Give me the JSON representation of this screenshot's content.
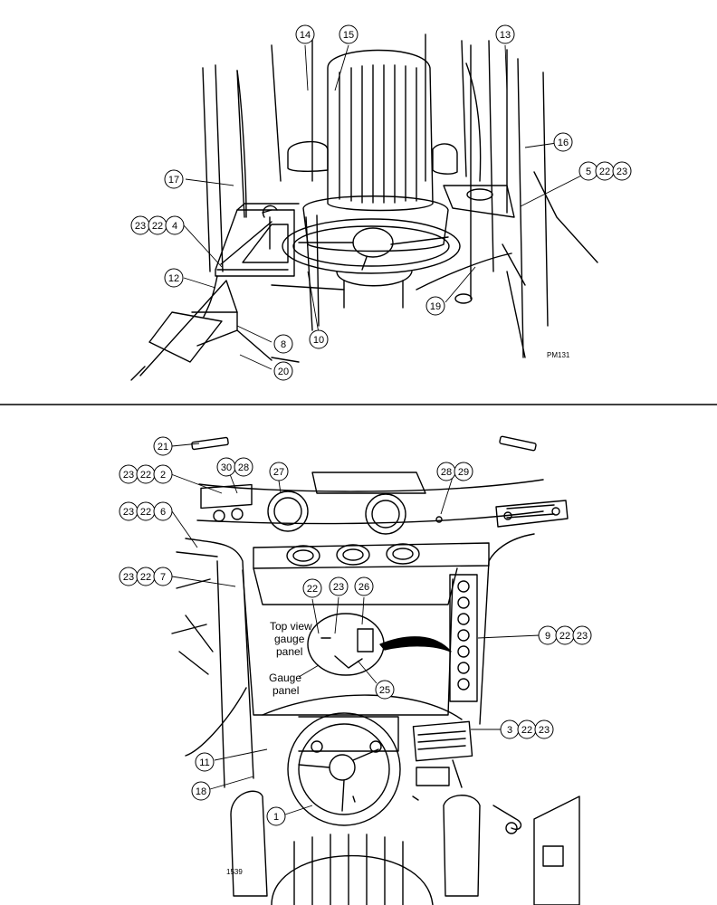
{
  "diagram": {
    "upper_view": {
      "ref_code": "PM131",
      "callouts": [
        {
          "id": "c14",
          "nums": [
            "14"
          ]
        },
        {
          "id": "c15",
          "nums": [
            "15"
          ]
        },
        {
          "id": "c13",
          "nums": [
            "13"
          ]
        },
        {
          "id": "c16",
          "nums": [
            "16"
          ]
        },
        {
          "id": "c17",
          "nums": [
            "17"
          ]
        },
        {
          "id": "c5-22-23",
          "nums": [
            "5",
            "22",
            "23"
          ]
        },
        {
          "id": "c23-22-4",
          "nums": [
            "23",
            "22",
            "4"
          ]
        },
        {
          "id": "c12",
          "nums": [
            "12"
          ]
        },
        {
          "id": "c19",
          "nums": [
            "19"
          ]
        },
        {
          "id": "c8",
          "nums": [
            "8"
          ]
        },
        {
          "id": "c10",
          "nums": [
            "10"
          ]
        },
        {
          "id": "c20",
          "nums": [
            "20"
          ]
        }
      ]
    },
    "lower_view": {
      "ref_code": "1539",
      "inset_labels": {
        "top_view": "Top view",
        "gauge": "gauge",
        "panel": "panel",
        "gauge_panel_1": "Gauge",
        "gauge_panel_2": "panel"
      },
      "callouts": [
        {
          "id": "c21",
          "nums": [
            "21"
          ]
        },
        {
          "id": "c30-28",
          "nums": [
            "30",
            "28"
          ]
        },
        {
          "id": "c27",
          "nums": [
            "27"
          ]
        },
        {
          "id": "c28-29",
          "nums": [
            "28",
            "29"
          ]
        },
        {
          "id": "c23-22-2",
          "nums": [
            "23",
            "22",
            "2"
          ]
        },
        {
          "id": "c23-22-6",
          "nums": [
            "23",
            "22",
            "6"
          ]
        },
        {
          "id": "c23-22-7",
          "nums": [
            "23",
            "22",
            "7"
          ]
        },
        {
          "id": "c22",
          "nums": [
            "22"
          ]
        },
        {
          "id": "c23",
          "nums": [
            "23"
          ]
        },
        {
          "id": "c26",
          "nums": [
            "26"
          ]
        },
        {
          "id": "c9-22-23",
          "nums": [
            "9",
            "22",
            "23"
          ]
        },
        {
          "id": "c25",
          "nums": [
            "25"
          ]
        },
        {
          "id": "c3-22-23",
          "nums": [
            "3",
            "22",
            "23"
          ]
        },
        {
          "id": "c11",
          "nums": [
            "11"
          ]
        },
        {
          "id": "c18",
          "nums": [
            "18"
          ]
        },
        {
          "id": "c1",
          "nums": [
            "1"
          ]
        }
      ]
    }
  }
}
